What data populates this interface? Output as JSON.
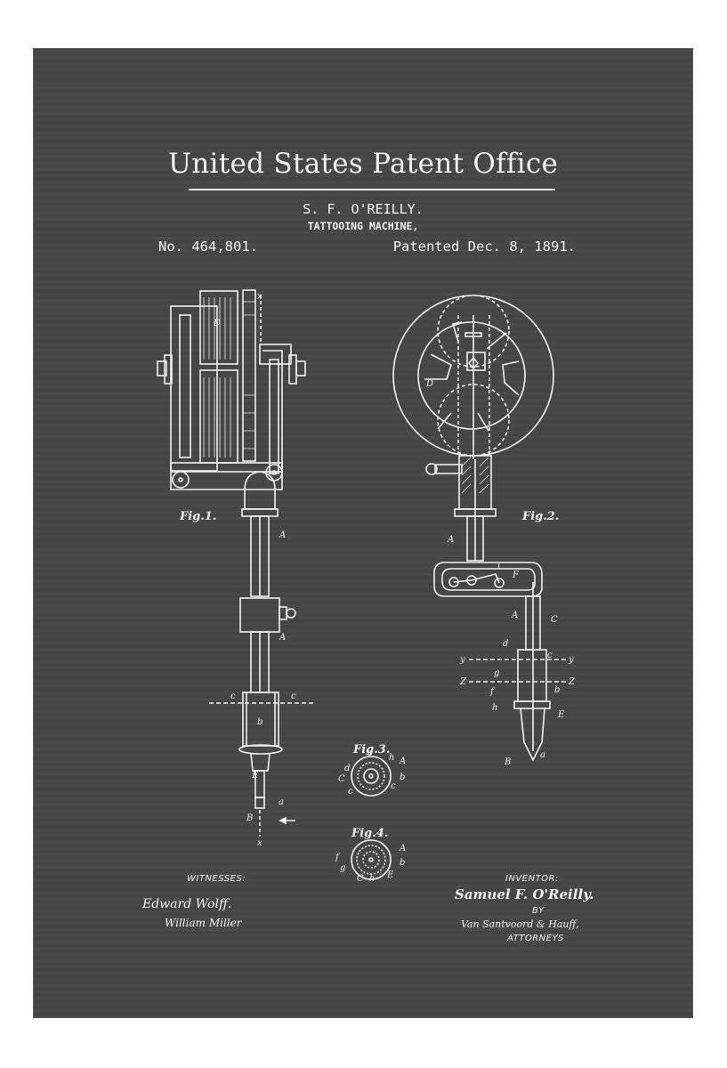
{
  "header": {
    "title": "United States Patent Office",
    "inventor_line": "S. F. O'REILLY.",
    "invention": "TATTOOING MACHINE,",
    "patent_number": "No. 464,801.",
    "patent_date": "Patented Dec. 8, 1891."
  },
  "figures": {
    "fig1": {
      "label": "Fig.1.",
      "parts": [
        "x",
        "D",
        "A",
        "A",
        "c",
        "c",
        "b",
        "E",
        "a",
        "B",
        "x"
      ]
    },
    "fig2": {
      "label": "Fig.2.",
      "parts": [
        "D",
        "A",
        "i",
        "F",
        "A",
        "C",
        "d",
        "c",
        "y",
        "y",
        "g",
        "Z",
        "Z",
        "f",
        "b",
        "h",
        "E",
        "a",
        "B"
      ]
    },
    "fig3": {
      "label": "Fig.3.",
      "parts": [
        "c",
        "h",
        "A",
        "d",
        "b",
        "C",
        "c",
        "c"
      ]
    },
    "fig4": {
      "label": "Fig.4.",
      "parts": [
        "A",
        "f",
        "b",
        "g",
        "C",
        "h",
        "E"
      ]
    }
  },
  "footer": {
    "witnesses_label": "WITNESSES:",
    "witness_1": "Edward Wolff.",
    "witness_2": "William Miller",
    "inventor_label": "INVENTOR:",
    "inventor_signature": "Samuel F. O'Reilly.",
    "by_label": "BY",
    "attorney_signature": "Van Santvoord & Hauff,",
    "attorneys_label": "ATTORNEYS"
  },
  "colors": {
    "board": "#464646",
    "chalk": "#f2f2f2",
    "frame": "#ffffff"
  }
}
